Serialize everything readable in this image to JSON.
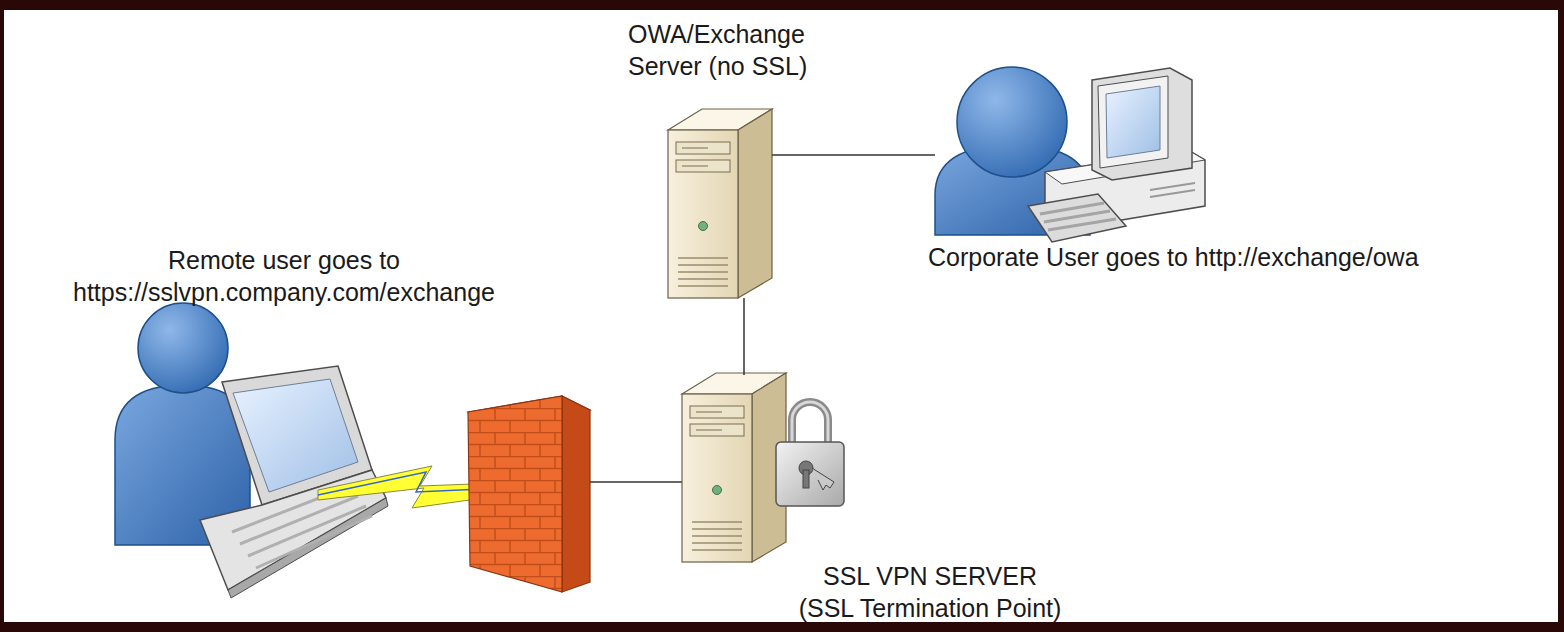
{
  "diagram": {
    "nodes": [
      {
        "text": [
          "Remote user goes to https://sslvpn.company.com/exchange"
        ]
      },
      {
        "text": [
          "OWA/Exchange Server (no SSL)"
        ]
      },
      {
        "text": [
          "Corporate User goes to http://exchange/owa"
        ]
      },
      {
        "text": [
          "SSL VPN SERVER (SSL Termination Point)"
        ]
      }
    ],
    "edges": [
      {
        "from": 1,
        "to": 2,
        "arrow": "none"
      },
      {
        "from": 1,
        "to": 3,
        "arrow": "none"
      }
    ]
  }
}
